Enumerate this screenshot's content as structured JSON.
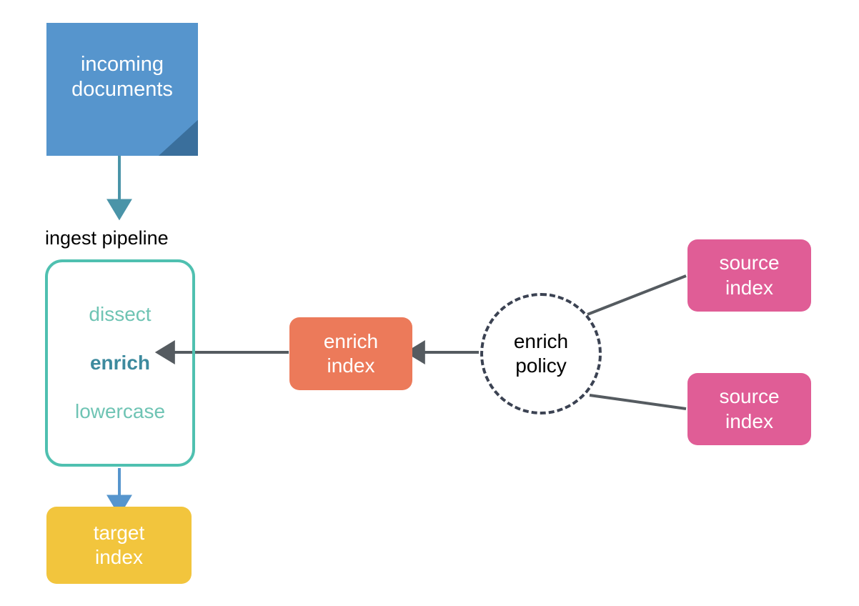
{
  "diagram": {
    "title_caption": "ingest pipeline",
    "colors": {
      "document_blue": "#5695cd",
      "document_fold": "#3a6f9c",
      "pipeline_border_teal": "#4fc0b0",
      "processor_idle_teal": "#6fc4b4",
      "processor_active_teal": "#3d8a9e",
      "enrich_index_orange": "#ec7a5a",
      "source_index_pink": "#e05d96",
      "target_index_yellow": "#f2c53d",
      "policy_circle_navy": "#3b4252",
      "connector_gray": "#555b60",
      "ingest_arrow_teal": "#4a94a8",
      "target_arrow_blue": "#5695cd",
      "caption_black": "#000000",
      "background": "#ffffff"
    },
    "nodes": {
      "incoming_documents": {
        "label": "incoming\ndocuments",
        "shape": "document-page-with-folded-corner"
      },
      "ingest_pipeline": {
        "caption": "ingest pipeline",
        "shape": "rounded-rectangle-outline",
        "processors": [
          {
            "label": "dissect",
            "emphasis": "normal"
          },
          {
            "label": "enrich",
            "emphasis": "bold"
          },
          {
            "label": "lowercase",
            "emphasis": "normal"
          }
        ]
      },
      "target_index": {
        "label": "target\nindex",
        "shape": "rounded-rectangle"
      },
      "enrich_index": {
        "label": "enrich\nindex",
        "shape": "rounded-rectangle"
      },
      "enrich_policy": {
        "label": "enrich\npolicy",
        "shape": "dashed-circle"
      },
      "source_index_top": {
        "label": "source\nindex",
        "shape": "rounded-rectangle"
      },
      "source_index_bottom": {
        "label": "source\nindex",
        "shape": "rounded-rectangle"
      }
    },
    "edges": [
      {
        "from": "incoming_documents",
        "to": "ingest_pipeline",
        "style": "solid-arrow",
        "color": "#4a94a8",
        "direction": "down"
      },
      {
        "from": "ingest_pipeline",
        "to": "target_index",
        "style": "solid-arrow",
        "color": "#5695cd",
        "direction": "down"
      },
      {
        "from": "enrich_index",
        "to": "enrich_processor",
        "style": "solid-arrow",
        "color": "#555b60",
        "direction": "left"
      },
      {
        "from": "enrich_policy",
        "to": "enrich_index",
        "style": "solid-arrow",
        "color": "#555b60",
        "direction": "left"
      },
      {
        "from": "source_index_top",
        "to": "enrich_policy",
        "style": "plain-line",
        "color": "#555b60",
        "direction": "none"
      },
      {
        "from": "source_index_bottom",
        "to": "enrich_policy",
        "style": "plain-line",
        "color": "#555b60",
        "direction": "none"
      }
    ]
  }
}
